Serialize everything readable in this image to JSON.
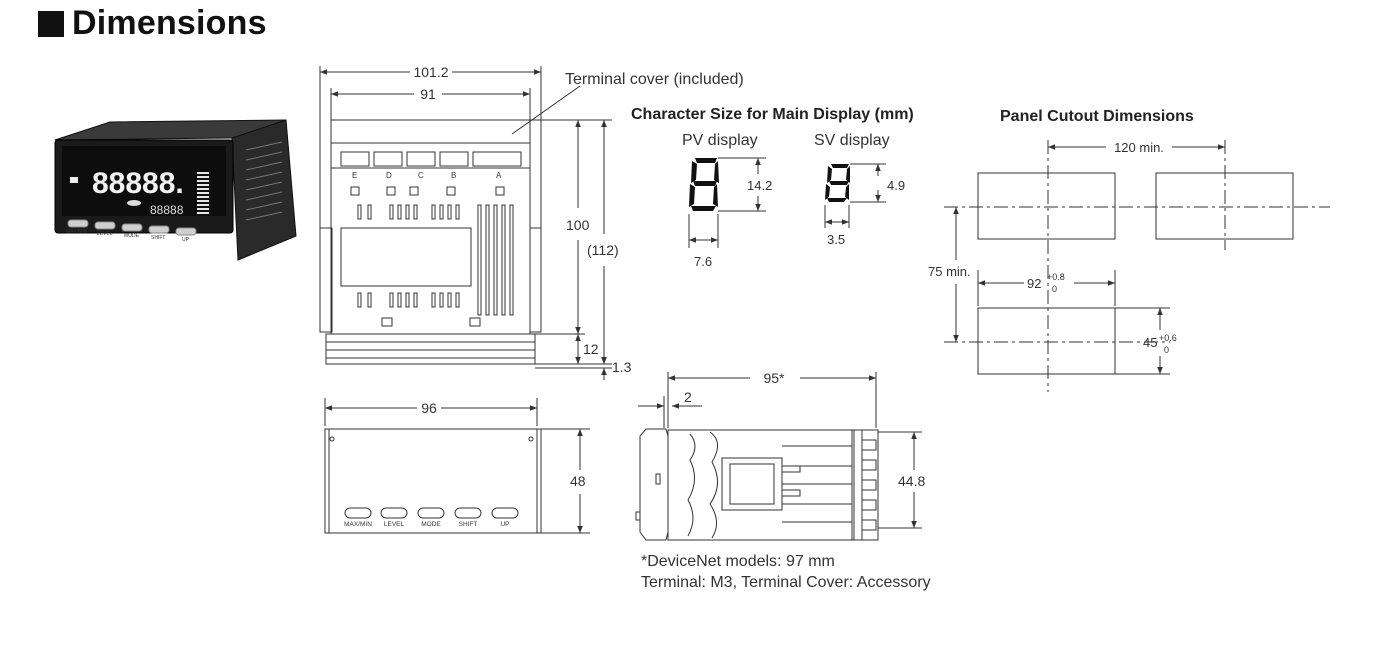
{
  "title": "Dimensions",
  "top_view": {
    "width_outer": "101.2",
    "width_inner": "91",
    "terminal_cover_label": "Terminal cover (included)",
    "height_100": "100",
    "height_112": "(112)",
    "dim_12": "12",
    "dim_1_3": "1.3",
    "terminal_letters": [
      "E",
      "D",
      "C",
      "B",
      "A"
    ]
  },
  "character_size": {
    "heading": "Character Size for Main Display (mm)",
    "pv_label": "PV display",
    "pv_height": "14.2",
    "pv_width": "7.6",
    "sv_label": "SV display",
    "sv_height": "4.9",
    "sv_width": "3.5"
  },
  "panel_cutout": {
    "heading": "Panel Cutout Dimensions",
    "pitch_h": "120 min.",
    "pitch_v": "75 min.",
    "cut_w": "92",
    "cut_w_tol_upper": "+0.8",
    "cut_w_tol_lower": "0",
    "cut_h": "45",
    "cut_h_tol_upper": "+0.6",
    "cut_h_tol_lower": "0"
  },
  "front_view": {
    "width": "96",
    "height": "48",
    "buttons": [
      "MAX/MIN",
      "LEVEL",
      "MODE",
      "SHIFT",
      "UP"
    ]
  },
  "side_view": {
    "depth": "95*",
    "offset": "2",
    "height": "44.8"
  },
  "notes": {
    "devicenet": "*DeviceNet models: 97 mm",
    "terminal": "Terminal: M3, Terminal Cover: Accessory"
  },
  "photo": {
    "display_digits": "88888.",
    "sub_digits": "88888",
    "buttons": [
      "MAX/MIN",
      "LEVEL",
      "MODE",
      "SHIFT",
      "UP"
    ]
  }
}
